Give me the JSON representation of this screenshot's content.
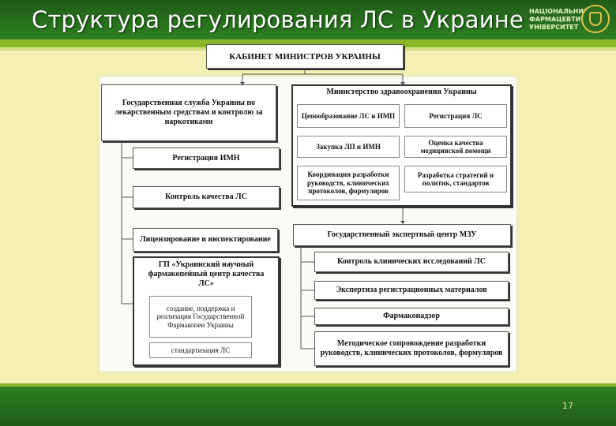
{
  "title": "Структура регулирования ЛС в Украине",
  "logo": {
    "lines": [
      "НАЦІОНАЛЬНИЙ",
      "ФАРМАЦЕВТИЧНИЙ",
      "УНІВЕРСИТЕТ"
    ]
  },
  "colors": {
    "header": "#1f5d17",
    "stripe": "#8bb627",
    "background": "#f4f0b4"
  },
  "org": {
    "top": "КАБИНЕТ МИНИСТРОВ УКРАИНЫ",
    "left": {
      "service": "Государственная служба Украины по лекарственным средствам и контролю за наркотиками",
      "registration": "Регистрация ИМН",
      "quality": "Контроль качества ЛС",
      "licensing": "Лицензирование и инспектирование",
      "pharmacopoeia": "ГП «Украинский научный фармакопейный центр качества ЛС»",
      "pharmacopoeia_sub1": "создание, поддержка и реализация Государственной Фармакопеи Украины",
      "pharmacopoeia_sub2": "стандартизация ЛС"
    },
    "right": {
      "ministry": "Министерство здравоохранения Украины",
      "pricing": "Ценообразование ЛС и ИМП",
      "registration": "Регистрация ЛС",
      "procurement": "Закупка ЛП и ИМН",
      "assessment": "Оценка качества медицинской помощи",
      "coordination": "Координация разработки руководств, клинических протоколов, формуляров",
      "strategy": "Разработка стратегий и политик, стандартов",
      "expert_center": "Государственный экспертный центр МЗУ",
      "clinical": "Контроль клинических исследований ЛС",
      "expertise": "Экспертиза регистрационных материалов",
      "pharmacovigilance": "Фармаконадзор",
      "methodology": "Методическое сопровождение разработки руководств, клинических протоколов, формуляров"
    }
  },
  "page_number": "17"
}
